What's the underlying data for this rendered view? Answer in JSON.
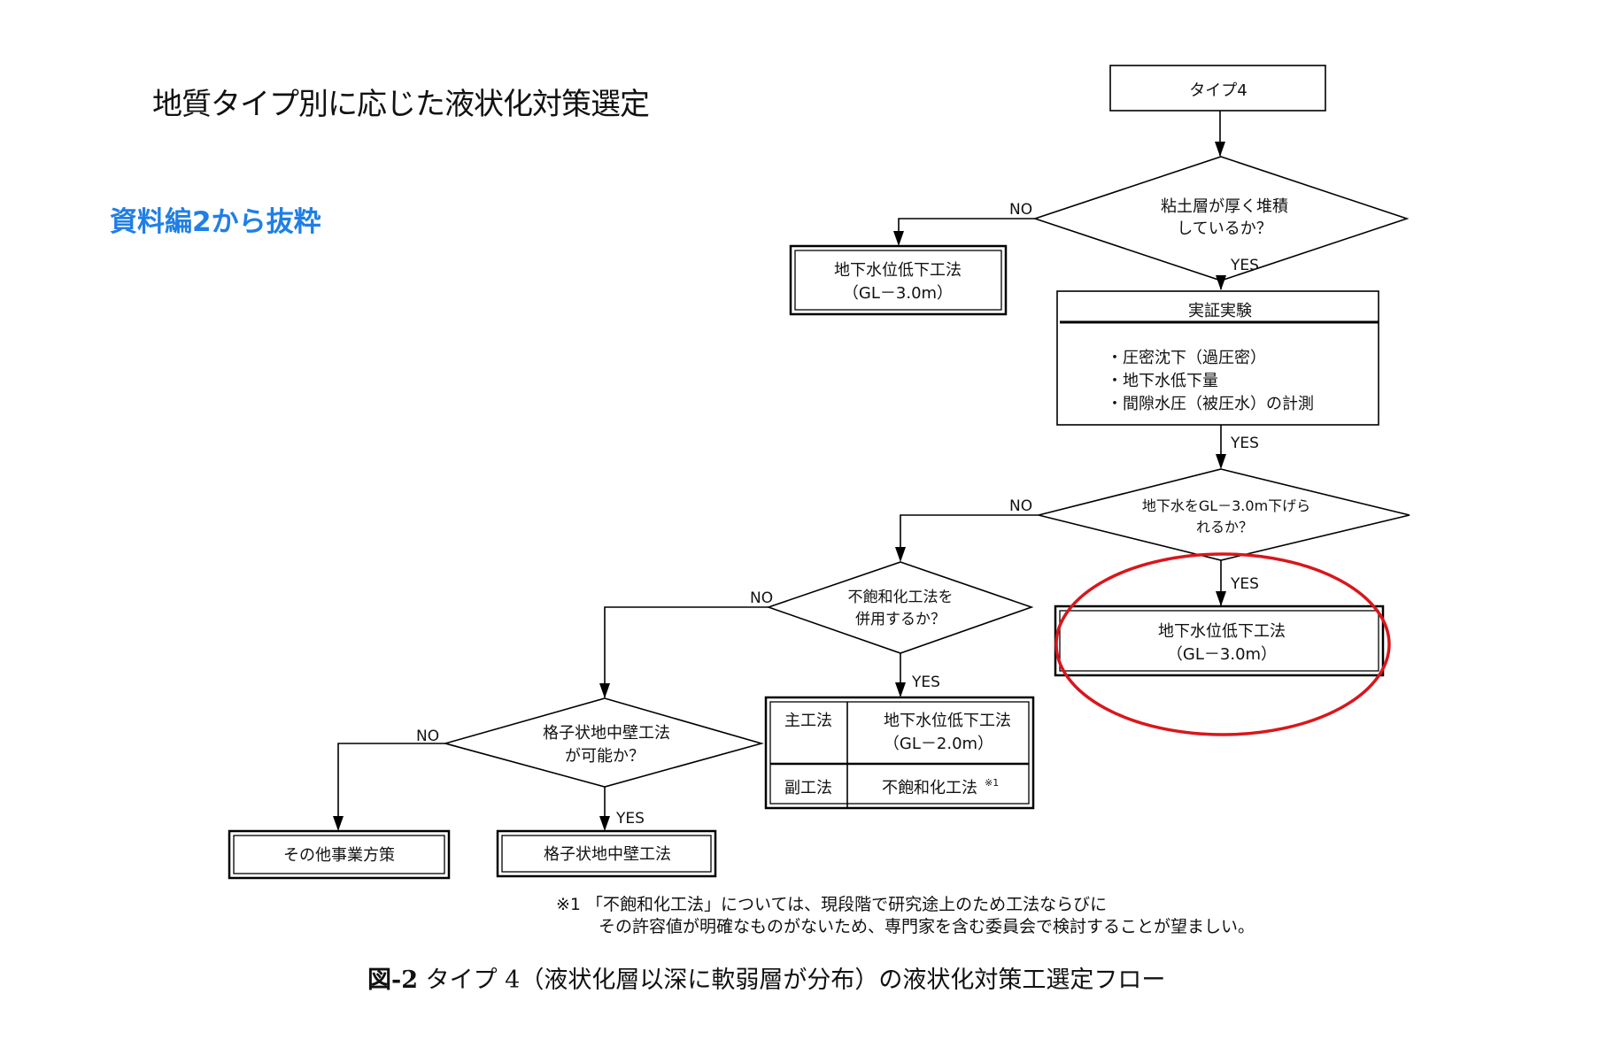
{
  "page": {
    "title": "地質タイプ別に応じた液状化対策選定",
    "source_note": "資料編2から抜粋",
    "source_note_color": "#1f7fe6",
    "highlight_color": "#d9161c"
  },
  "flowchart": {
    "start": {
      "label": "タイプ4"
    },
    "decision_clay": {
      "lines": [
        "粘土層が厚く堆積",
        "しているか？"
      ],
      "no_label": "NO",
      "yes_label": "YES"
    },
    "result_no_clay": {
      "lines": [
        "地下水位低下工法",
        "（GL－3.0m）"
      ]
    },
    "experiment": {
      "header": "実証実験",
      "items": [
        "・圧密沈下（過圧密）",
        "・地下水低下量",
        "・間隙水圧（被圧水）の計測"
      ],
      "yes_label": "YES"
    },
    "decision_lower": {
      "lines": [
        "地下水をGL－3.0m下げら",
        "れるか？"
      ],
      "no_label": "NO",
      "yes_label": "YES"
    },
    "result_lower": {
      "lines": [
        "地下水位低下工法",
        "（GL－3.0m）"
      ],
      "highlighted": true
    },
    "decision_unsat": {
      "lines": [
        "不飽和化工法を",
        "併用するか？"
      ],
      "no_label": "NO",
      "yes_label": "YES"
    },
    "combo_table": {
      "rows": [
        {
          "role": "主工法",
          "method_lines": [
            "地下水位低下工法",
            "（GL－2.0m）"
          ]
        },
        {
          "role": "副工法",
          "method_lines": [
            "不飽和化工法"
          ],
          "note_mark": "※1"
        }
      ]
    },
    "decision_grid": {
      "lines": [
        "格子状地中壁工法",
        "が可能か？"
      ],
      "no_label": "NO",
      "yes_label": "YES"
    },
    "result_other": {
      "label": "その他事業方策"
    },
    "result_grid": {
      "label": "格子状地中壁工法"
    }
  },
  "footnote": {
    "line1": "※1 「不飽和化工法」については、現段階で研究途上のため工法ならびに",
    "line2": "その許容値が明確なものがないため、専門家を含む委員会で検討することが望ましい。"
  },
  "caption": {
    "figure_no": "図-2",
    "text": " タイプ 4（液状化層以深に軟弱層が分布）の液状化対策工選定フロー"
  }
}
